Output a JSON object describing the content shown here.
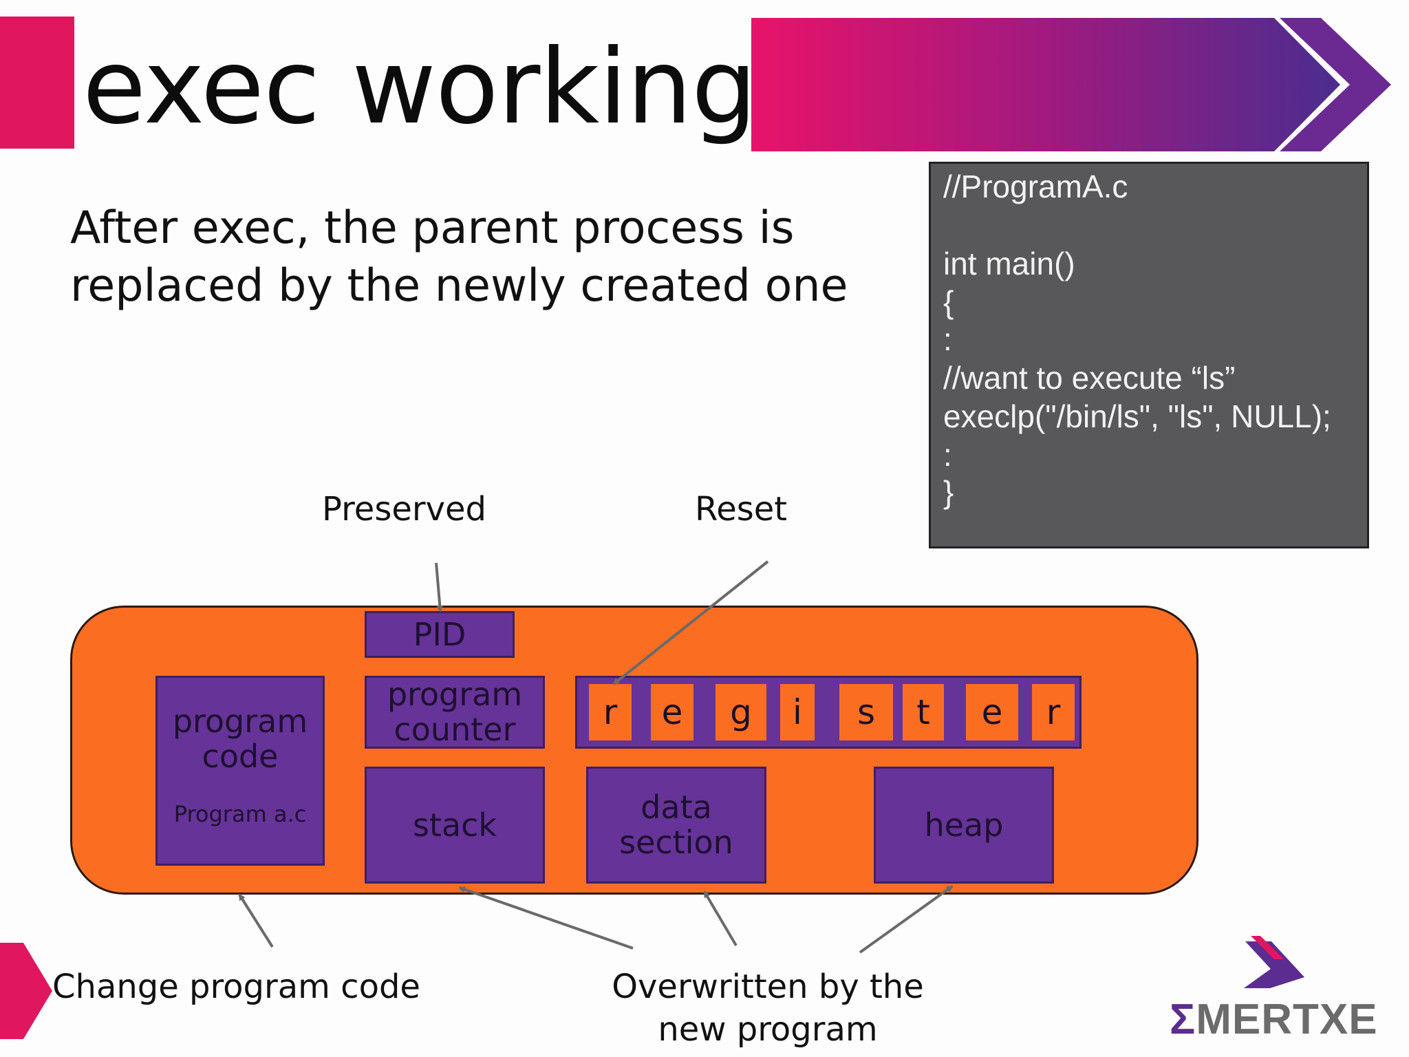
{
  "slide": {
    "title": "exec working",
    "subtitle_lines": [
      "After exec, the parent process is",
      "replaced by the newly created one"
    ]
  },
  "code": {
    "lines": [
      "//ProgramA.c",
      "int main()",
      "{",
      ":",
      "//want to execute “ls”",
      "execlp(\"/bin/ls\", \"ls\", NULL);",
      ":",
      "}"
    ]
  },
  "labels": {
    "preserved": "Preserved",
    "reset": "Reset",
    "change_program_code": "Change program code",
    "overwritten_line1": "Overwritten by the",
    "overwritten_line2": "new program"
  },
  "diagram": {
    "pid": "PID",
    "program_counter_line1": "program",
    "program_counter_line2": "counter",
    "program_code_line1": "program",
    "program_code_line2": "code",
    "program_file": "Program a.c",
    "stack": "stack",
    "data_line1": "data",
    "data_line2": "section",
    "heap": "heap",
    "register_letters": [
      "r",
      "e",
      "g",
      "i",
      "s",
      "t",
      "e",
      "r"
    ]
  },
  "logo": {
    "text": "MERTXE",
    "sigma": "Σ"
  },
  "colors": {
    "accent_pink": "#e0175f",
    "accent_purple": "#5b2d91",
    "process_orange": "#fb6e22",
    "segment_purple": "#663399",
    "code_bg": "#58585a"
  }
}
